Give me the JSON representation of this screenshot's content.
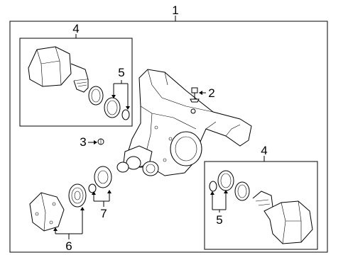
{
  "diagram": {
    "callouts": {
      "main_assembly": "1",
      "bolt": "2",
      "screw": "3",
      "shaft_left": "4",
      "shaft_right": "4",
      "seal_set_left": "5",
      "seal_set_right": "5",
      "flange_kit": "6",
      "seal_kit": "7"
    }
  }
}
